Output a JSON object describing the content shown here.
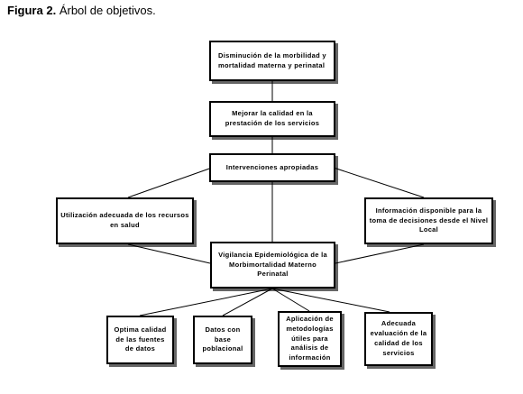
{
  "caption": {
    "number": "Figura 2.",
    "title": "Árbol de objetivos."
  },
  "nodes": {
    "goal": "Disminución de la morbilidad y mortalidad materna y perinatal",
    "purpose": "Mejorar la calidad en la prestación de los servicios",
    "interventions": "Intervenciones apropiadas",
    "resources": "Utilización adecuada de los recursos en salud",
    "information": "Información disponible para la toma de decisiones desde el Nivel Local",
    "surveillance": "Vigilancia Epidemiológica de la Morbimortalidad Materno Perinatal",
    "source_quality": "Optima calidad de las fuentes de datos",
    "population_data": "Datos con base poblacional",
    "methodologies": "Aplicación de metodologías útiles para análisis de información",
    "evaluation": "Adecuada evaluación de la calidad de los servicios"
  }
}
